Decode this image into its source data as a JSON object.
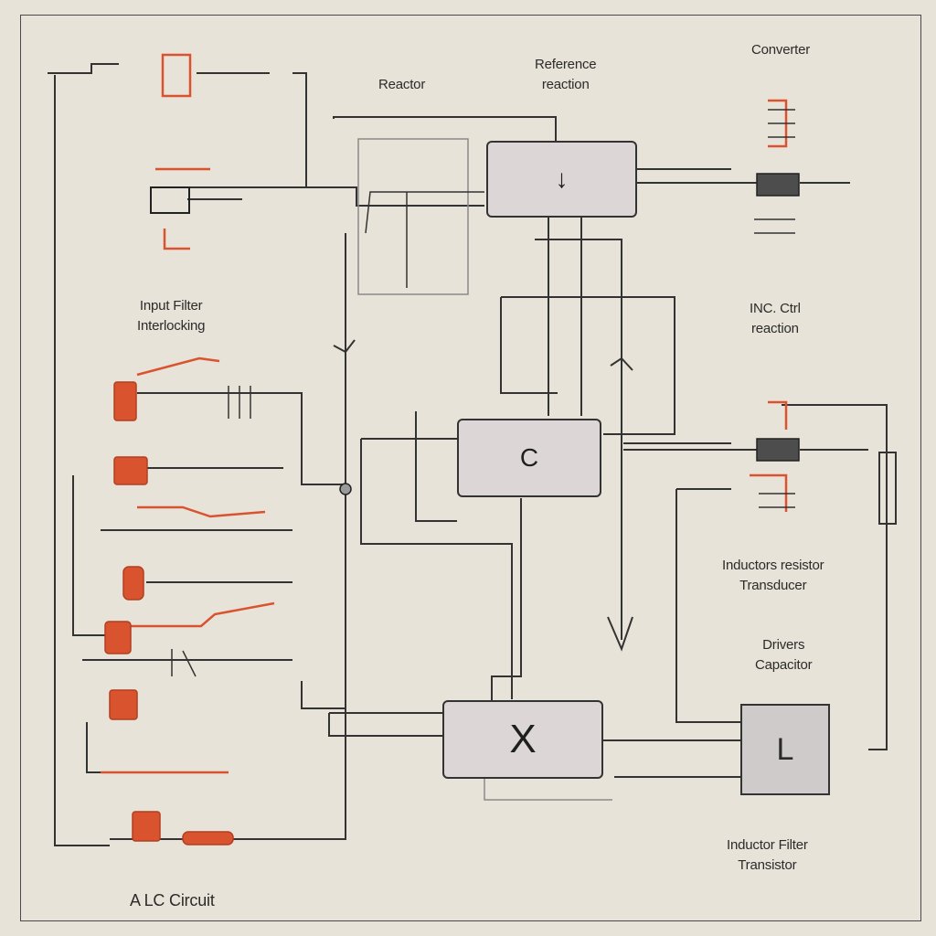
{
  "labels": {
    "top_center_left": "Reactor",
    "top_center": [
      "Reference",
      "reaction"
    ],
    "top_right": "Converter",
    "left_middle": [
      "Input Filter",
      "Interlocking"
    ],
    "right_upper": [
      "INC. Ctrl",
      "reaction"
    ],
    "right_middle": [
      "Inductors resistor",
      "Transducer"
    ],
    "right_lower": [
      "Drivers",
      "Capacitor"
    ],
    "bottom_right": [
      "Inductor Filter",
      "Transistor"
    ],
    "bottom_left": "A LC Circuit"
  },
  "blocks": {
    "top": {
      "symbol": "↓"
    },
    "center": {
      "symbol": "C"
    },
    "bottom": {
      "symbol": "X"
    },
    "right": {
      "symbol": "L"
    }
  },
  "colors": {
    "wire": "#333333",
    "component_red": "#d9532f",
    "block_fill": "#dcd6d6",
    "background": "#e7e3d8"
  }
}
